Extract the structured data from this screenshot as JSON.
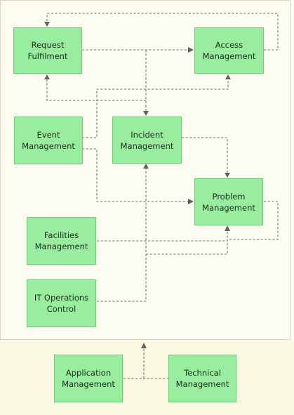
{
  "diagram": {
    "nodes": {
      "request_fulfilment": "Request\nFulfilment",
      "access_management": "Access\nManagement",
      "event_management": "Event\nManagement",
      "incident_management": "Incident\nManagement",
      "problem_management": "Problem\nManagement",
      "facilities_management": "Facilities\nManagement",
      "it_operations_control": "IT Operations\nControl",
      "application_management": "Application\nManagement",
      "technical_management": "Technical\nManagement"
    },
    "colors": {
      "node_fill": "#98ee9e",
      "node_border": "#6ec874",
      "connector": "#6f6f6f",
      "background_top": "#fefdf1",
      "background_bottom": "#fbf8e1"
    }
  }
}
